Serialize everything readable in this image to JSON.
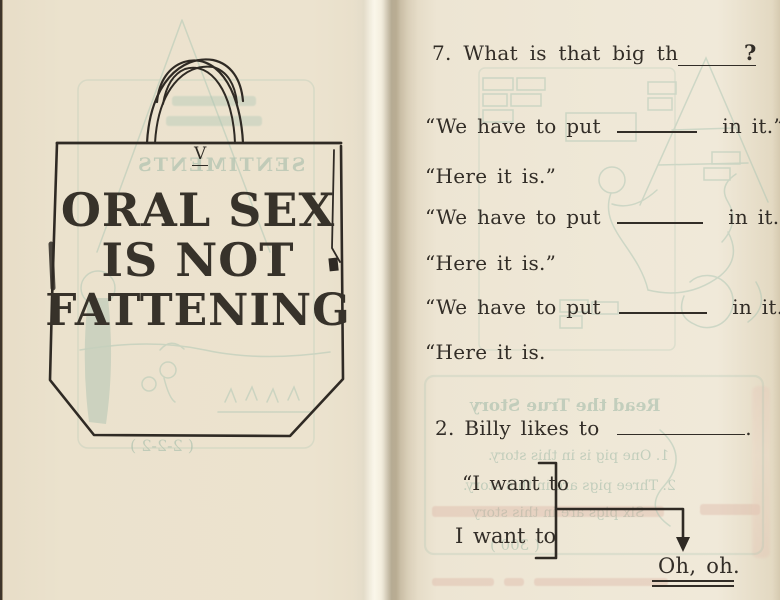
{
  "meta": {
    "paper_color": "#ece3cf",
    "ink_color": "#322d27",
    "ghost_green": "#a9c4b2",
    "ghost_pink": "#d9a99a"
  },
  "left_page": {
    "chapter_numeral": "V",
    "bag": {
      "line1": "ORAL SEX",
      "line2": "IS NOT",
      "line3": "FATTENING"
    },
    "ghost": {
      "mirrored_title": "SENTIMENTS",
      "mirrored_math": "( 2-2-2 )"
    }
  },
  "right_page": {
    "question7": {
      "text": "7. What is that big th",
      "mark": "?"
    },
    "dialogue": {
      "we_pre": "“We have to put",
      "we_post": "in it.”",
      "here": "“Here it is.”",
      "here_open": "“Here it is."
    },
    "question2": {
      "text": "2. Billy likes to",
      "period": "."
    },
    "bracket": {
      "quoted": "“I want to",
      "plain": "I want to",
      "result": "Oh, oh."
    },
    "ghost": {
      "mirrored_title": "Read the True Story",
      "mirrored_line1": "1. One pig is in this story.",
      "mirrored_line2": "2. Three pigs are in this story.",
      "mirrored_line3": "Six pigs are in this story",
      "mirrored_math": "( 300 )"
    }
  }
}
